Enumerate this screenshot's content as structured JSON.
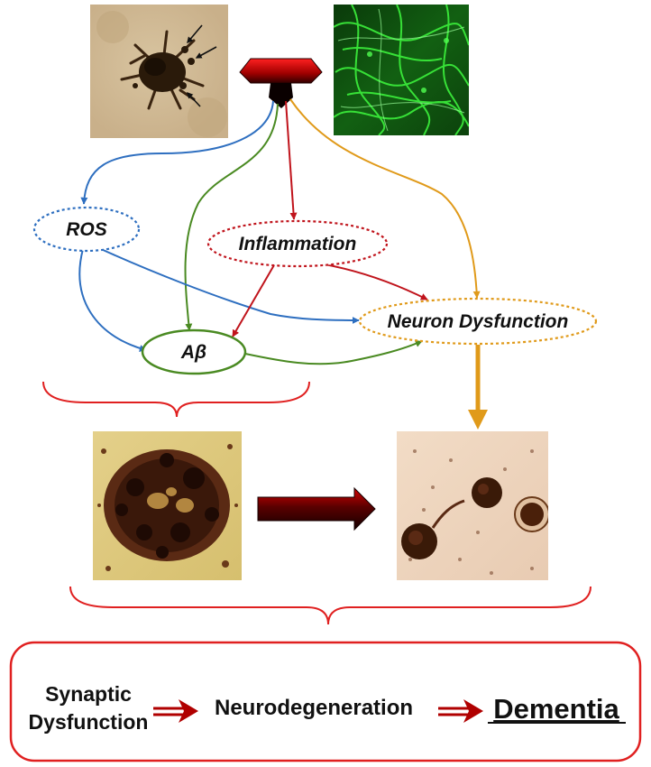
{
  "nodes": {
    "ros": "ROS",
    "inflammation": "Inflammation",
    "abeta": "Aβ",
    "neuron_dysfunction": "Neuron Dysfunction"
  },
  "outcome": {
    "step1_line1": "Synaptic",
    "step1_line2": "Dysfunction",
    "step2": "Neurodegeneration",
    "step3": "Dementia"
  },
  "images": {
    "top_left": "microglia-micrograph",
    "top_right": "fluorescent-astrocyte-network-micrograph",
    "bottom_left": "amyloid-plaque-micrograph",
    "bottom_right": "degenerating-neurons-micrograph"
  },
  "colors": {
    "ros": "#2e6fc0",
    "inflammation": "#c0141c",
    "abeta": "#4a8a22",
    "neuron_dysfunction": "#e09a1a",
    "brace": "#e02020",
    "box_border": "#e02020",
    "arrow_dark_red": "#b00000",
    "fluorescent_green": "#22c022"
  }
}
